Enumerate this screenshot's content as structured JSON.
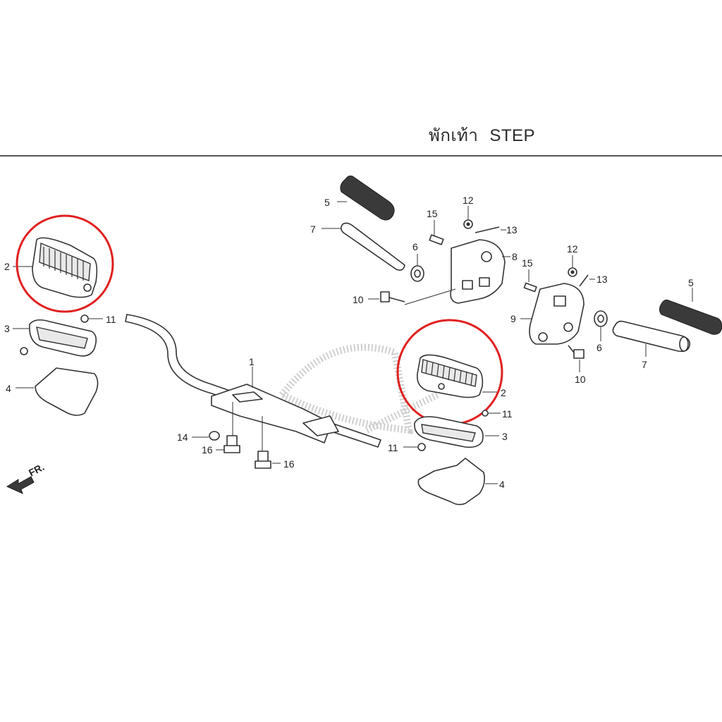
{
  "header": {
    "title_th": "พักเท้า",
    "title_en": "STEP"
  },
  "direction_marker": {
    "label": "FR.",
    "icon": "front-arrow-icon"
  },
  "callouts": {
    "c1": "1",
    "c2_left": "2",
    "c2_right": "2",
    "c3_left": "3",
    "c3_right": "3",
    "c4_left": "4",
    "c4_right": "4",
    "c5_left": "5",
    "c5_right": "5",
    "c6_left": "6",
    "c6_right": "6",
    "c7_left": "7",
    "c7_right": "7",
    "c8": "8",
    "c9": "9",
    "c10_left": "10",
    "c10_right": "10",
    "c11_a": "11",
    "c11_b": "11",
    "c11_c": "11",
    "c12_left": "12",
    "c12_right": "12",
    "c13_left": "13",
    "c13_right": "13",
    "c14": "14",
    "c15_left": "15",
    "c15_right": "15",
    "c16_a": "16",
    "c16_b": "16"
  },
  "highlight_color": "#e02020"
}
